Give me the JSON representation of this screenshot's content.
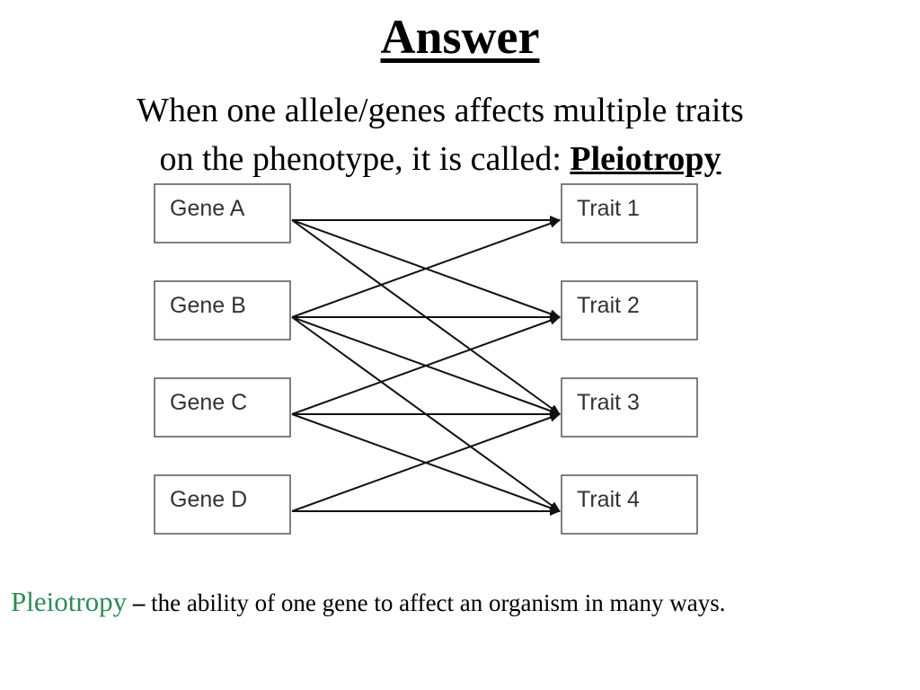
{
  "header": {
    "title": "Answer",
    "subtitle_line1": "When one allele/genes affects multiple traits",
    "subtitle_line2_prefix": "on the phenotype, it is called: ",
    "subtitle_term": "Pleiotropy"
  },
  "diagram": {
    "genes": [
      "Gene A",
      "Gene B",
      "Gene C",
      "Gene D"
    ],
    "traits": [
      "Trait 1",
      "Trait 2",
      "Trait 3",
      "Trait 4"
    ],
    "links": [
      {
        "gene": 0,
        "trait": 0
      },
      {
        "gene": 0,
        "trait": 1
      },
      {
        "gene": 0,
        "trait": 2
      },
      {
        "gene": 1,
        "trait": 0
      },
      {
        "gene": 1,
        "trait": 1
      },
      {
        "gene": 1,
        "trait": 2
      },
      {
        "gene": 1,
        "trait": 3
      },
      {
        "gene": 2,
        "trait": 1
      },
      {
        "gene": 2,
        "trait": 2
      },
      {
        "gene": 2,
        "trait": 3
      },
      {
        "gene": 3,
        "trait": 2
      },
      {
        "gene": 3,
        "trait": 3
      }
    ]
  },
  "definition": {
    "term": "Pleiotropy",
    "dash": "–",
    "text": "the ability of one gene to affect an organism in many ways.",
    "term_color": "#2e8b57"
  }
}
